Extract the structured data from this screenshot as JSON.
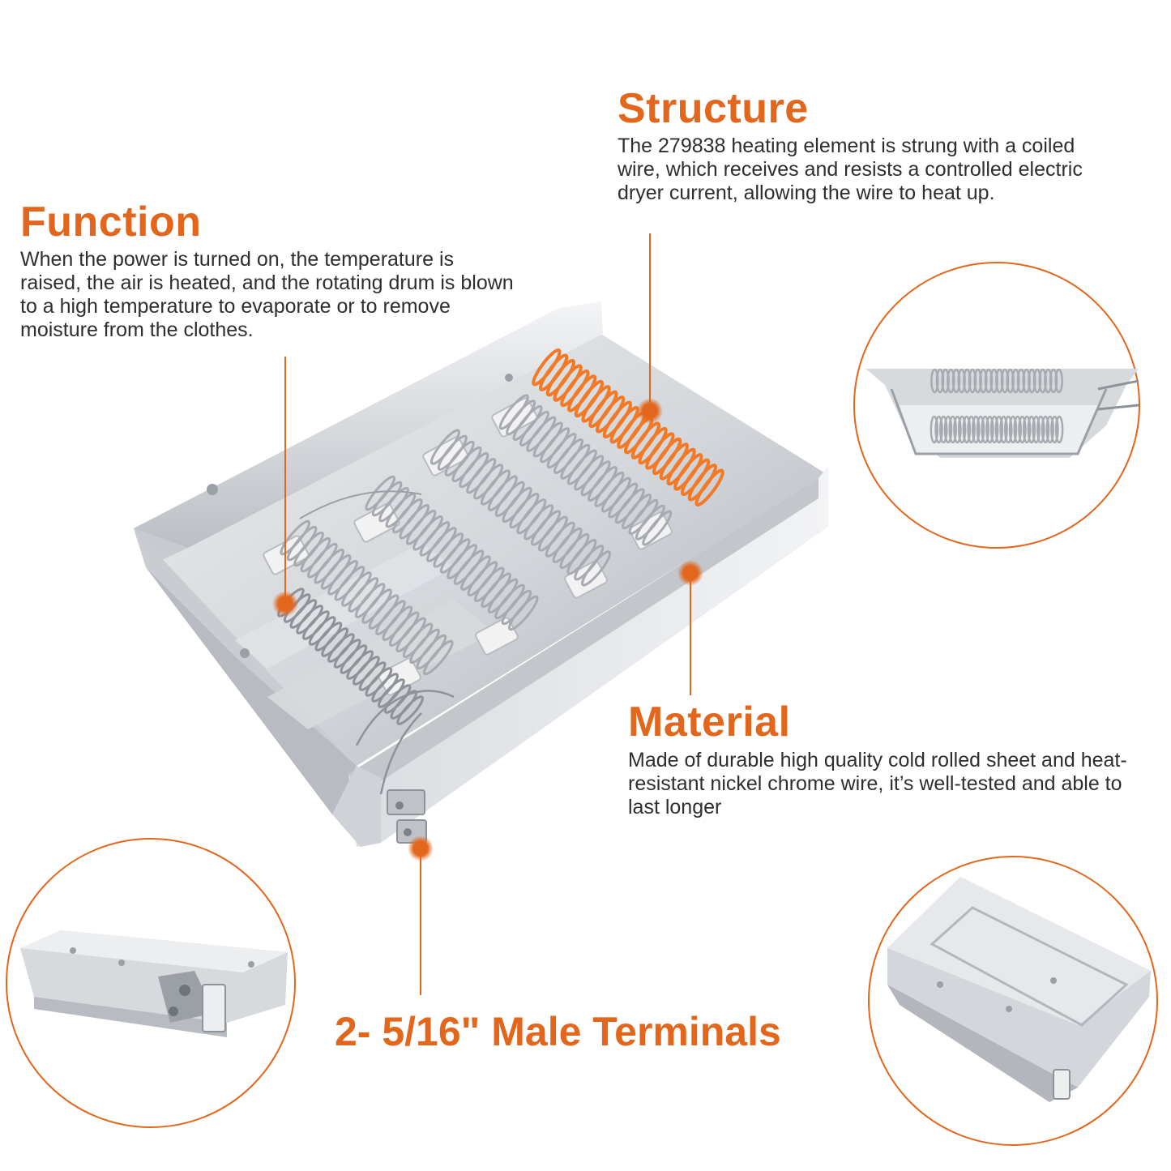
{
  "colors": {
    "accent": "#e2661c",
    "text": "#2e2e2e",
    "metal_light": "#e3e5e8",
    "metal_mid": "#c5c8cd",
    "metal_dark": "#8e9299",
    "coil": "#a7aab0",
    "hot_coil": "#f27a27"
  },
  "features": {
    "function": {
      "title": "Function",
      "body": "When the power is turned on, the temperature is raised, the air is heated, and the rotating drum is blown to a high temperature to evaporate or to remove moisture from the clothes."
    },
    "structure": {
      "title": "Structure",
      "body": "The 279838 heating element is strung with a coiled wire, which receives and resists a controlled electric dryer current, allowing the wire to heat up."
    },
    "material": {
      "title": "Material",
      "body": "Made of durable high quality cold rolled sheet and heat-resistant nickel chrome wire, it’s well-tested and able to last longer"
    },
    "terminals": {
      "title": "2- 5/16\" Male Terminals"
    }
  },
  "icons": {
    "main_product": "heating-element-illustration",
    "detail_front": "front-view-detail-icon",
    "detail_side": "side-view-detail-icon",
    "detail_back": "back-view-detail-icon"
  }
}
